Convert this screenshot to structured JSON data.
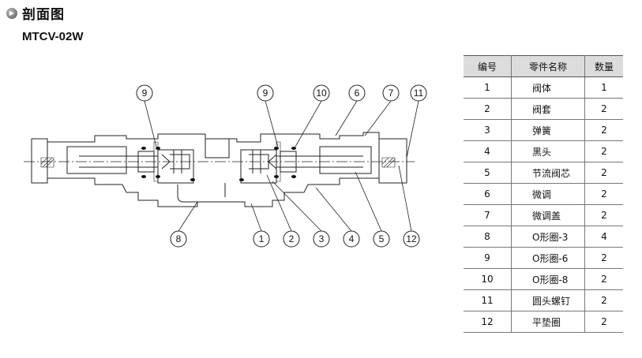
{
  "header": {
    "title": "剖面图",
    "model": "MTCV-02W"
  },
  "diagram": {
    "callouts_top": [
      "9",
      "9",
      "10",
      "6",
      "7",
      "11"
    ],
    "callouts_bottom": [
      "8",
      "1",
      "2",
      "3",
      "4",
      "5",
      "12"
    ]
  },
  "parts_table": {
    "headers": [
      "编号",
      "零件名称",
      "数量"
    ],
    "rows": [
      {
        "no": "1",
        "name": "阀体",
        "qty": "1"
      },
      {
        "no": "2",
        "name": "阀套",
        "qty": "2"
      },
      {
        "no": "3",
        "name": "弹簧",
        "qty": "2"
      },
      {
        "no": "4",
        "name": "黑头",
        "qty": "2"
      },
      {
        "no": "5",
        "name": "节流阀芯",
        "qty": "2"
      },
      {
        "no": "6",
        "name": "微调",
        "qty": "2"
      },
      {
        "no": "7",
        "name": "微调盖",
        "qty": "2"
      },
      {
        "no": "8",
        "name": "O形圈-3",
        "qty": "4"
      },
      {
        "no": "9",
        "name": "O形圈-6",
        "qty": "2"
      },
      {
        "no": "10",
        "name": "O形圈-8",
        "qty": "2"
      },
      {
        "no": "11",
        "name": "圆头螺钉",
        "qty": "2"
      },
      {
        "no": "12",
        "name": "平垫圈",
        "qty": "2"
      }
    ]
  }
}
